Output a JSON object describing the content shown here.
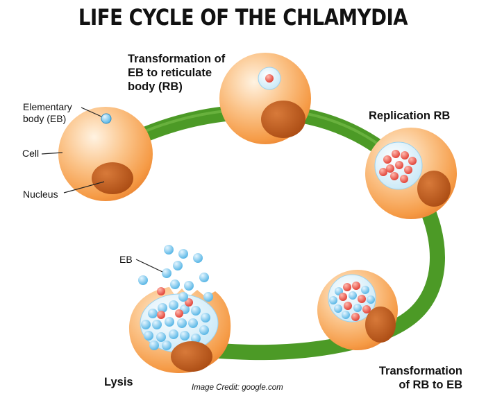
{
  "title": "LIFE CYCLE OF THE CHLAMYDIA",
  "labels": {
    "elementary_body_line1": "Elementary",
    "elementary_body_line2": "body (EB)",
    "cell": "Cell",
    "nucleus": "Nucleus",
    "eb": "EB"
  },
  "stages": {
    "transformation_eb_rb_line1": "Transformation of",
    "transformation_eb_rb_line2": "EB to reticulate",
    "transformation_eb_rb_line3": "body (RB)",
    "replication": "Replication RB",
    "transformation_rb_eb_line1": "Transformation",
    "transformation_rb_eb_line2": "of RB to EB",
    "lysis": "Lysis"
  },
  "credit": "Image Credit: google.com",
  "colors": {
    "cycle_ring": "#4c9a26",
    "cell_fill": "#f7a85a",
    "nucleus": "#b8541a",
    "eb_blue": "#8fd0f2",
    "rb_red": "#f26d5e"
  }
}
